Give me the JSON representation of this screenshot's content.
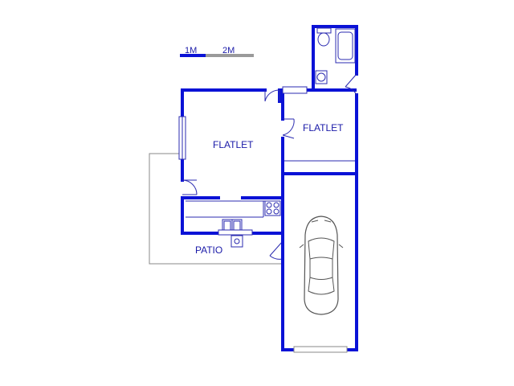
{
  "scale_bar": {
    "label_1": "1M",
    "label_2": "2M"
  },
  "rooms": {
    "flatlet_main": "FLATLET",
    "flatlet_right": "FLATLET",
    "patio": "PATIO"
  },
  "colors": {
    "wall": "#0a12d6",
    "label": "#1a1aa8",
    "outline": "#8a8a8a"
  }
}
